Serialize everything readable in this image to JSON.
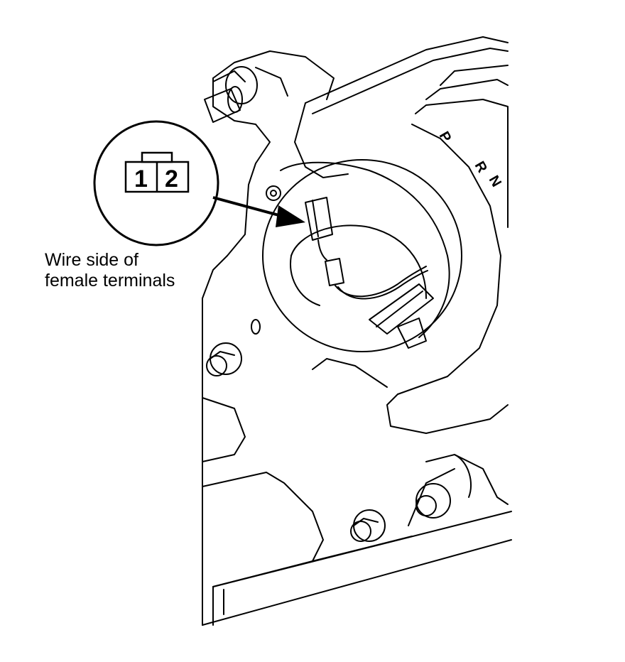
{
  "callout": {
    "label_line1": "Wire side of",
    "label_line2": "female terminals"
  },
  "connector": {
    "terminals": [
      "1",
      "2"
    ]
  },
  "shift_indicator": {
    "letters": [
      "P",
      "R",
      "N"
    ]
  },
  "colors": {
    "line": "#000000",
    "background": "#ffffff"
  }
}
